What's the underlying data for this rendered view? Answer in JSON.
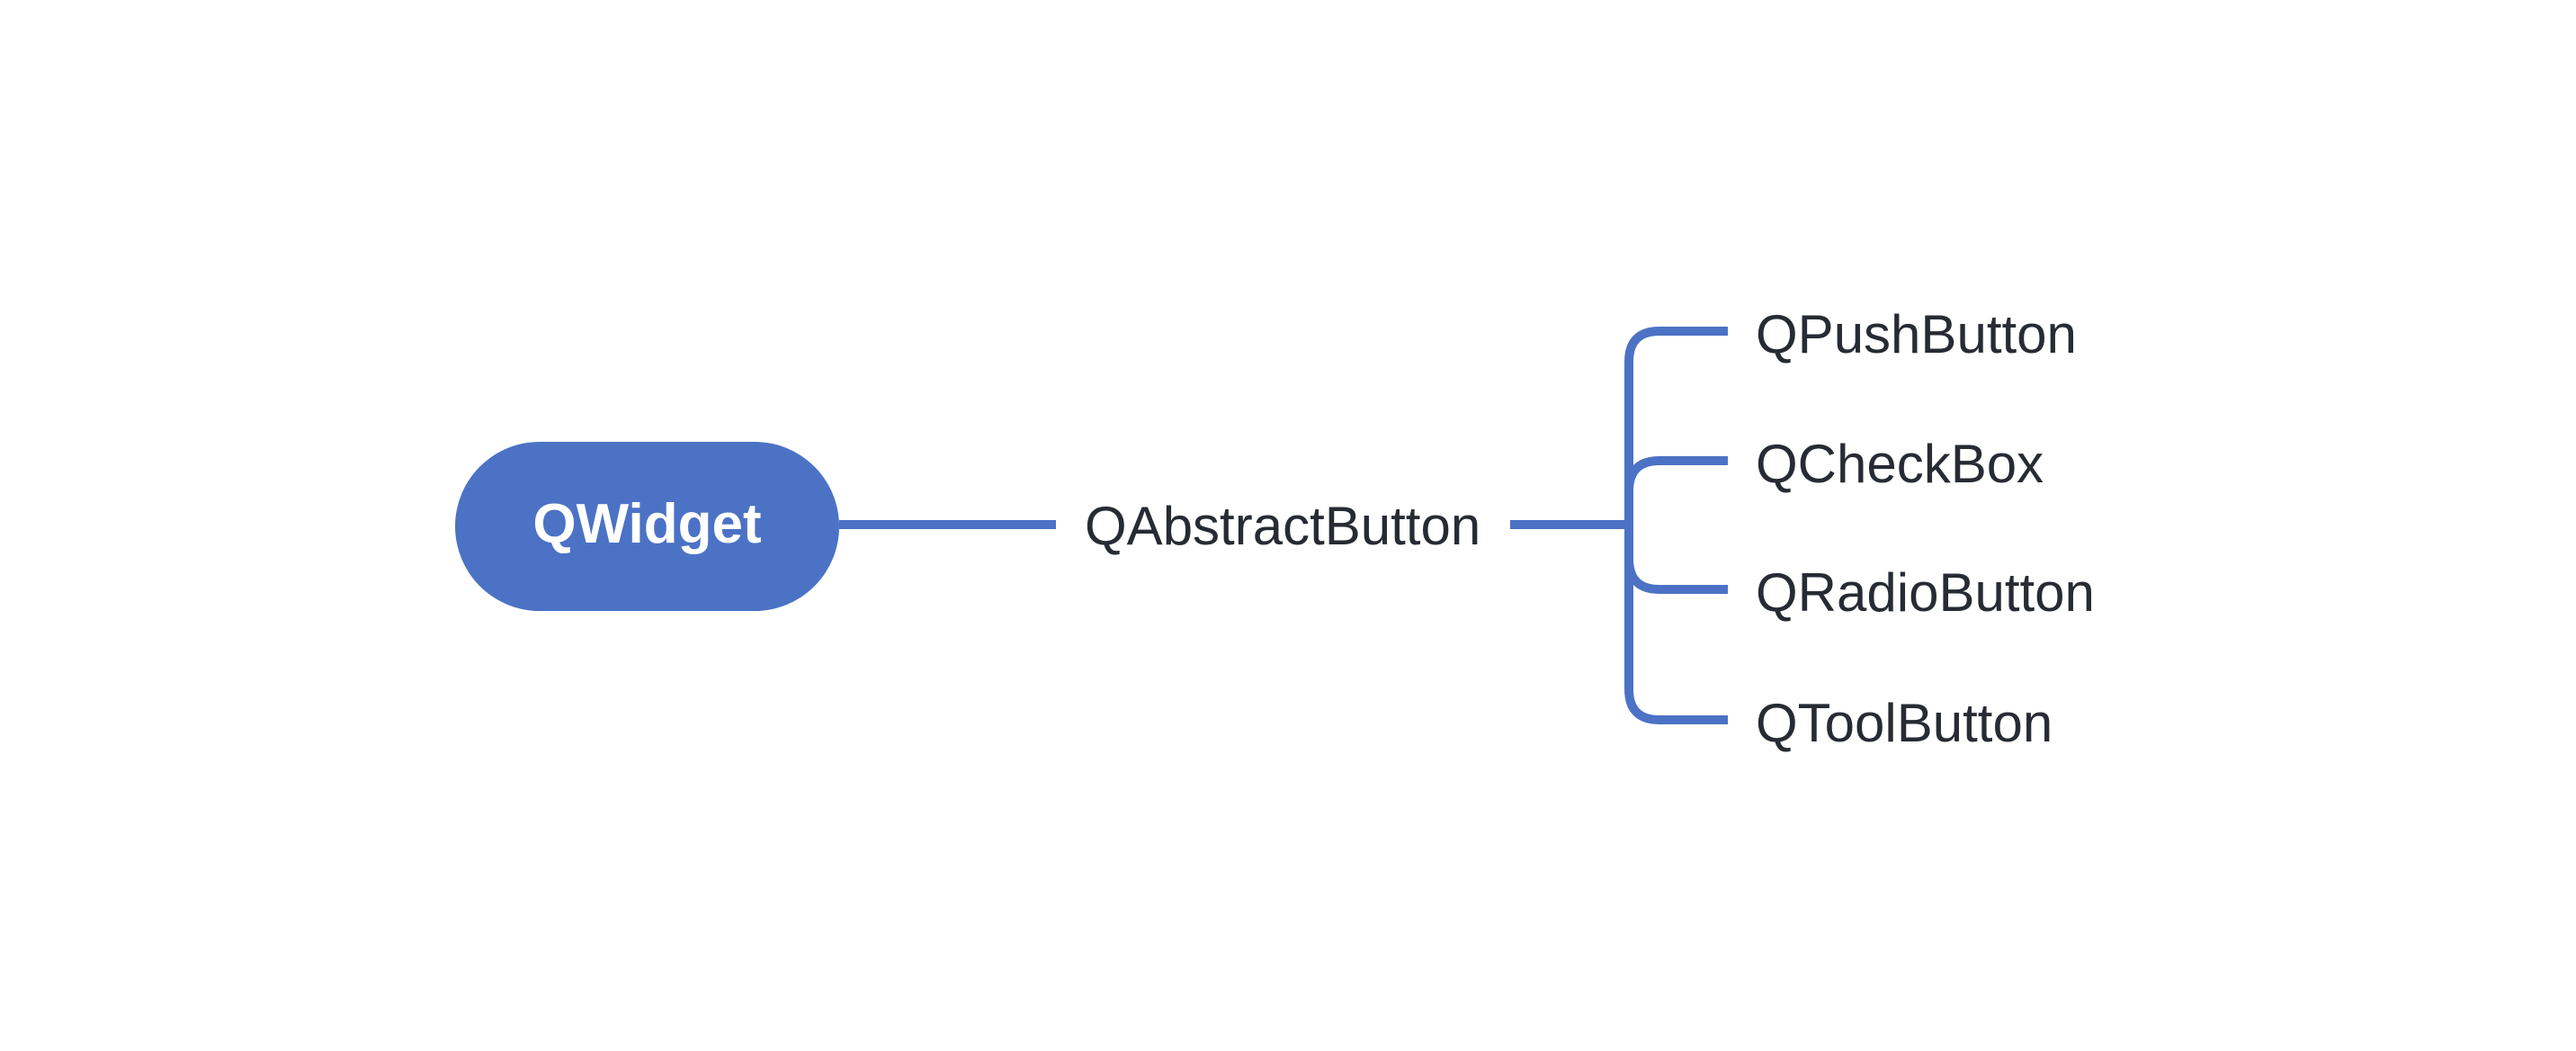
{
  "diagram": {
    "root": {
      "label": "QWidget"
    },
    "level1": {
      "label": "QAbstractButton"
    },
    "children": [
      {
        "label": "QPushButton"
      },
      {
        "label": "QCheckBox"
      },
      {
        "label": "QRadioButton"
      },
      {
        "label": "QToolButton"
      }
    ]
  },
  "colors": {
    "accent_blue": "#4b72c5",
    "node_text": "#272b33",
    "root_text": "#ffffff",
    "background": "#ffffff"
  }
}
